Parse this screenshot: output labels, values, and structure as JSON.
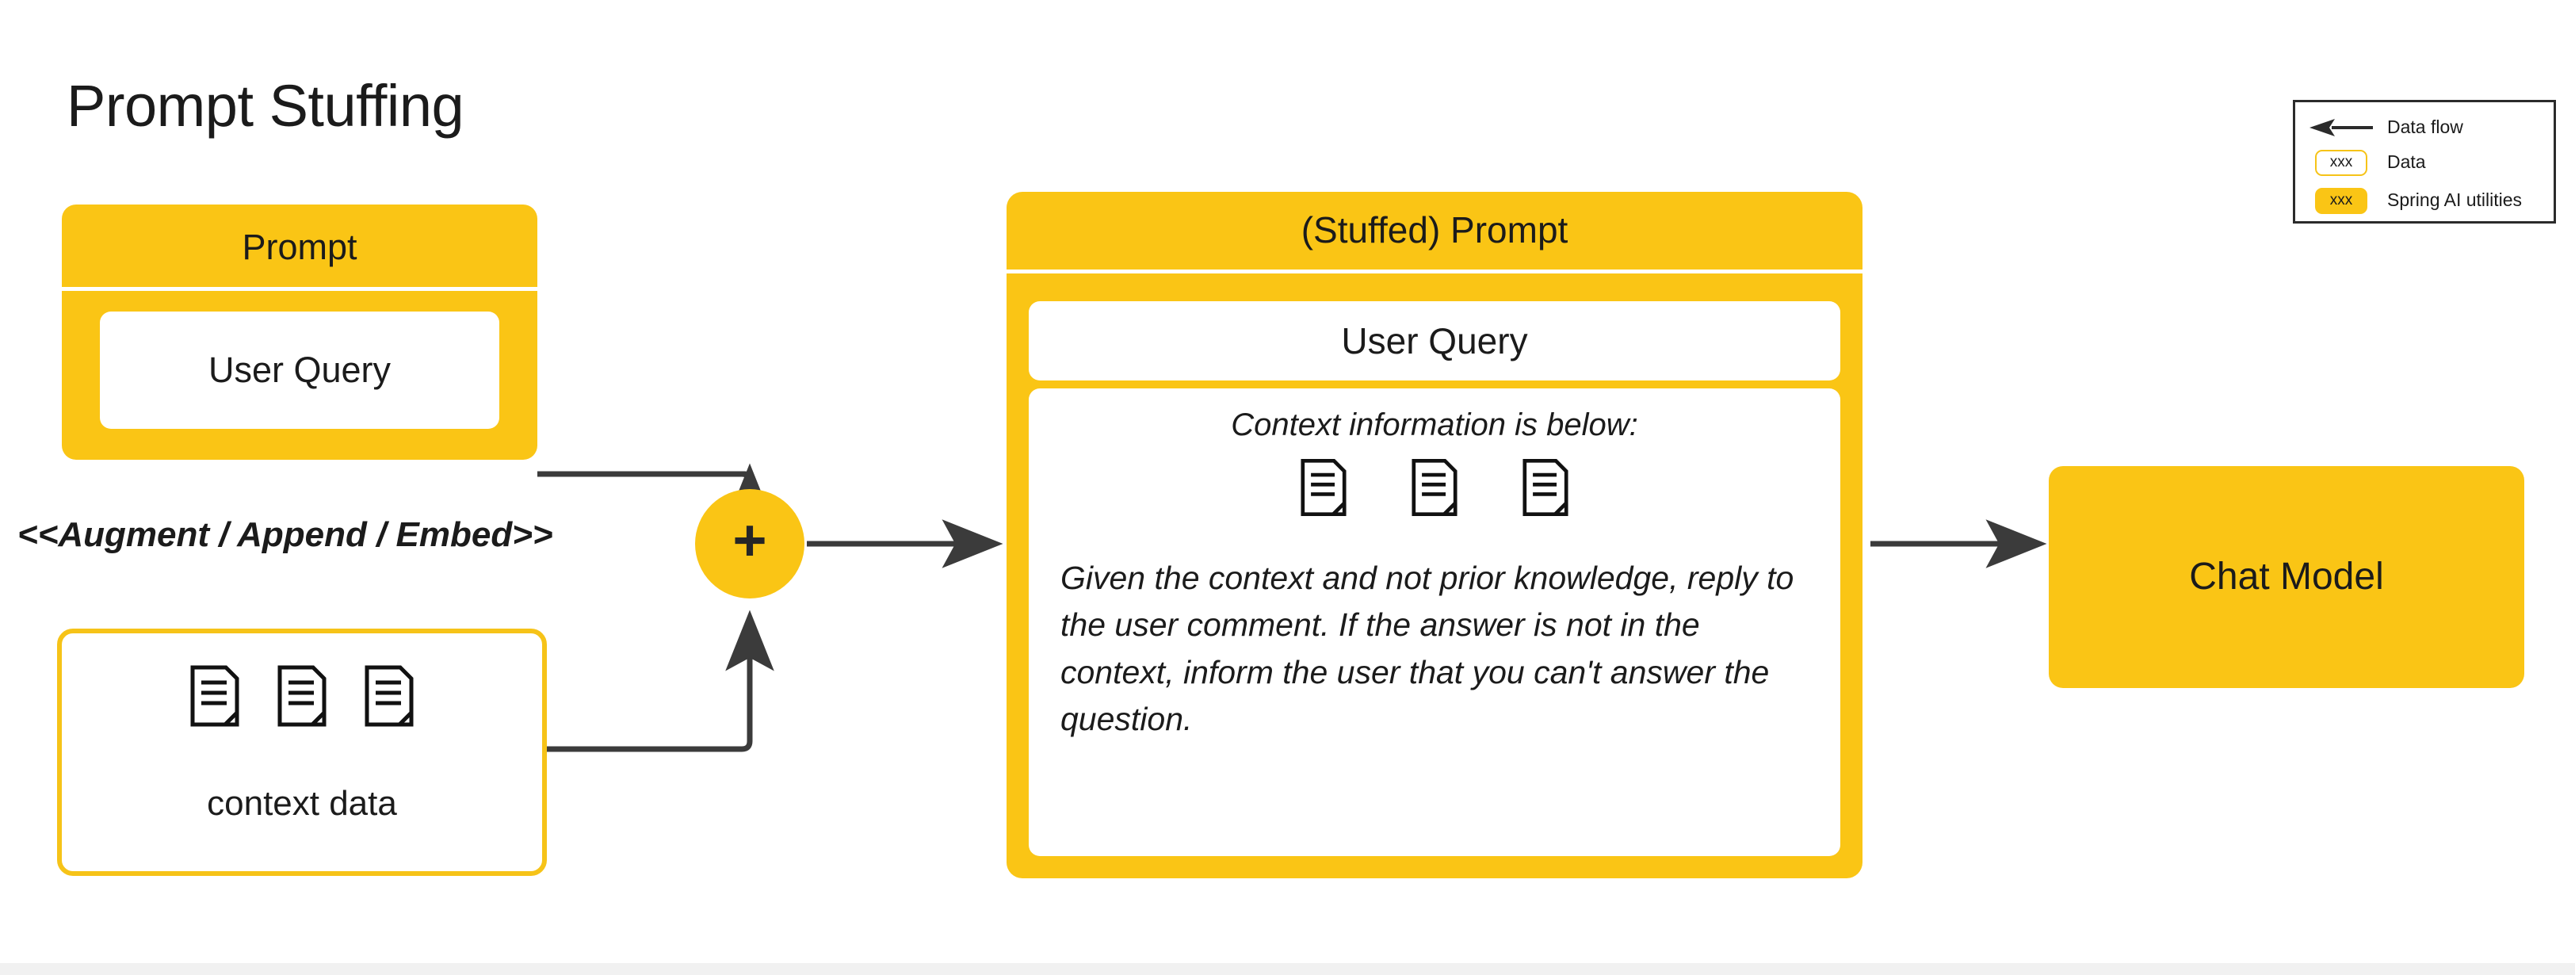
{
  "page": {
    "title": "Prompt Stuffing",
    "background_color": "#ffffff",
    "accent_color": "#FAC515",
    "outline_color": "#F6C318",
    "line_color": "#3b3b3b"
  },
  "prompt_box": {
    "title": "Prompt",
    "user_query_label": "User Query"
  },
  "augment_label": "<<Augment / Append / Embed>>",
  "combine_node": {
    "glyph": "+",
    "icon_name": "plus-icon"
  },
  "context_data_box": {
    "label": "context data",
    "document_count": 3,
    "document_icon": "document-icon"
  },
  "stuffed_prompt_box": {
    "title": "(Stuffed) Prompt",
    "user_query_label": "User Query",
    "context_heading": "Context information is below:",
    "document_count": 3,
    "document_icon": "document-icon",
    "instruction_text": "Given the context and not prior knowledge, reply to the user comment. If the answer is not in the context, inform the user that you can't answer the question."
  },
  "chat_model_box": {
    "title": "Chat Model"
  },
  "legend": {
    "rows": [
      {
        "icon": "left-arrow-icon",
        "label": "Data flow",
        "swatch_text": ""
      },
      {
        "icon": "data-chip",
        "label": "Data",
        "swatch_text": "xxx"
      },
      {
        "icon": "spring-ai-chip",
        "label": "Spring AI utilities",
        "swatch_text": "xxx"
      }
    ]
  }
}
